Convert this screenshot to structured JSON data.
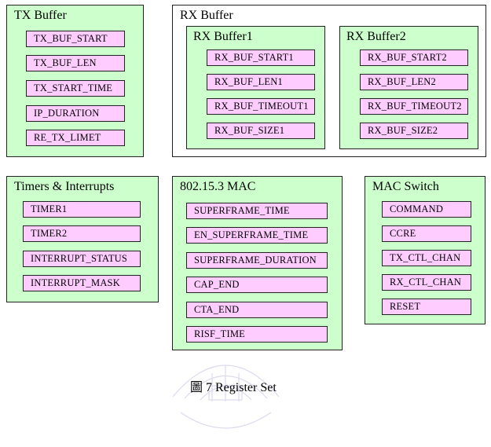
{
  "groups": {
    "tx_buffer": {
      "title": "TX Buffer",
      "registers": [
        "TX_BUF_START",
        "TX_BUF_LEN",
        "TX_START_TIME",
        "IP_DURATION",
        "RE_TX_LIMET"
      ]
    },
    "rx_buffer": {
      "title": "RX Buffer",
      "buffer1": {
        "title": "RX Buffer1",
        "registers": [
          "RX_BUF_START1",
          "RX_BUF_LEN1",
          "RX_BUF_TIMEOUT1",
          "RX_BUF_SIZE1"
        ]
      },
      "buffer2": {
        "title": "RX Buffer2",
        "registers": [
          "RX_BUF_START2",
          "RX_BUF_LEN2",
          "RX_BUF_TIMEOUT2",
          "RX_BUF_SIZE2"
        ]
      }
    },
    "timers": {
      "title": "Timers & Interrupts",
      "registers": [
        "TIMER1",
        "TIMER2",
        "INTERRUPT_STATUS",
        "INTERRUPT_MASK"
      ]
    },
    "mac": {
      "title": "802.15.3 MAC",
      "registers": [
        "SUPERFRAME_TIME",
        "EN_SUPERFRAME_TIME",
        "SUPERFRAME_DURATION",
        "CAP_END",
        "CTA_END",
        "RISF_TIME"
      ]
    },
    "mac_switch": {
      "title": "MAC Switch",
      "registers": [
        "COMMAND",
        "CCRE",
        "TX_CTL_CHAN",
        "RX_CTL_CHAN",
        "RESET"
      ]
    }
  },
  "caption": "圖 7 Register Set",
  "colors": {
    "group_fill": "#ccffcc",
    "register_fill": "#ffccff",
    "border": "#222222"
  }
}
